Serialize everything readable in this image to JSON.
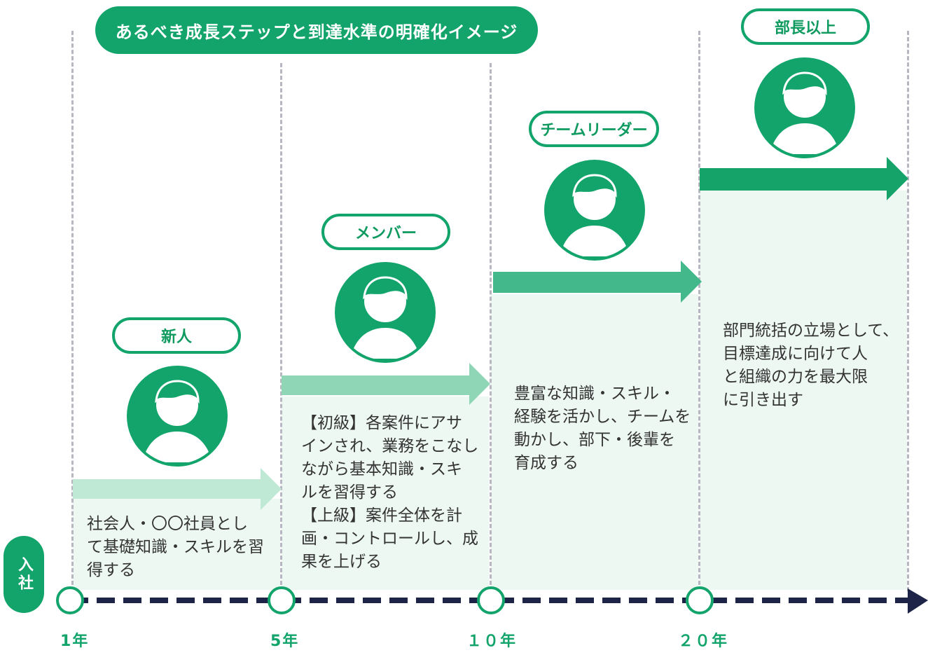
{
  "title": "あるべき成長ステップと到達水準の明確化イメージ",
  "start_label": "入社",
  "colors": {
    "dark_green": "#13a46b",
    "arrow_1": "#bfe8d5",
    "arrow_2": "#8fd6b6",
    "arrow_3": "#43b98b",
    "arrow_4": "#16a36a",
    "panel": "#eef8f3",
    "timeline": "#1e2447"
  },
  "stages": [
    {
      "role": "新人",
      "desc_lines": [
        "社会人・〇〇社員とし",
        "て基礎知識・スキルを習",
        "得する"
      ]
    },
    {
      "role": "メンバー",
      "desc_lines": [
        "【初級】各案件にアサ",
        "インされ、業務をこなし",
        "ながら基本知識・スキ",
        "ルを習得する",
        "【上級】案件全体を計",
        "画・コントロールし、成",
        "果を上げる"
      ]
    },
    {
      "role": "チームリーダー",
      "desc_lines": [
        "豊富な知識・スキル・",
        "経験を活かし、チームを",
        "動かし、部下・後輩を",
        "育成する"
      ]
    },
    {
      "role": "部長以上",
      "desc_lines": [
        "部門統括の立場として、",
        "目標達成に向けて人",
        "と組織の力を最大限",
        "に引き出す"
      ]
    }
  ],
  "years": [
    "1年",
    "5年",
    "１０年",
    "２０年"
  ],
  "icons": {
    "avatar": "person-avatar-icon",
    "arrow": "right-arrow",
    "milestone": "circle-marker"
  }
}
